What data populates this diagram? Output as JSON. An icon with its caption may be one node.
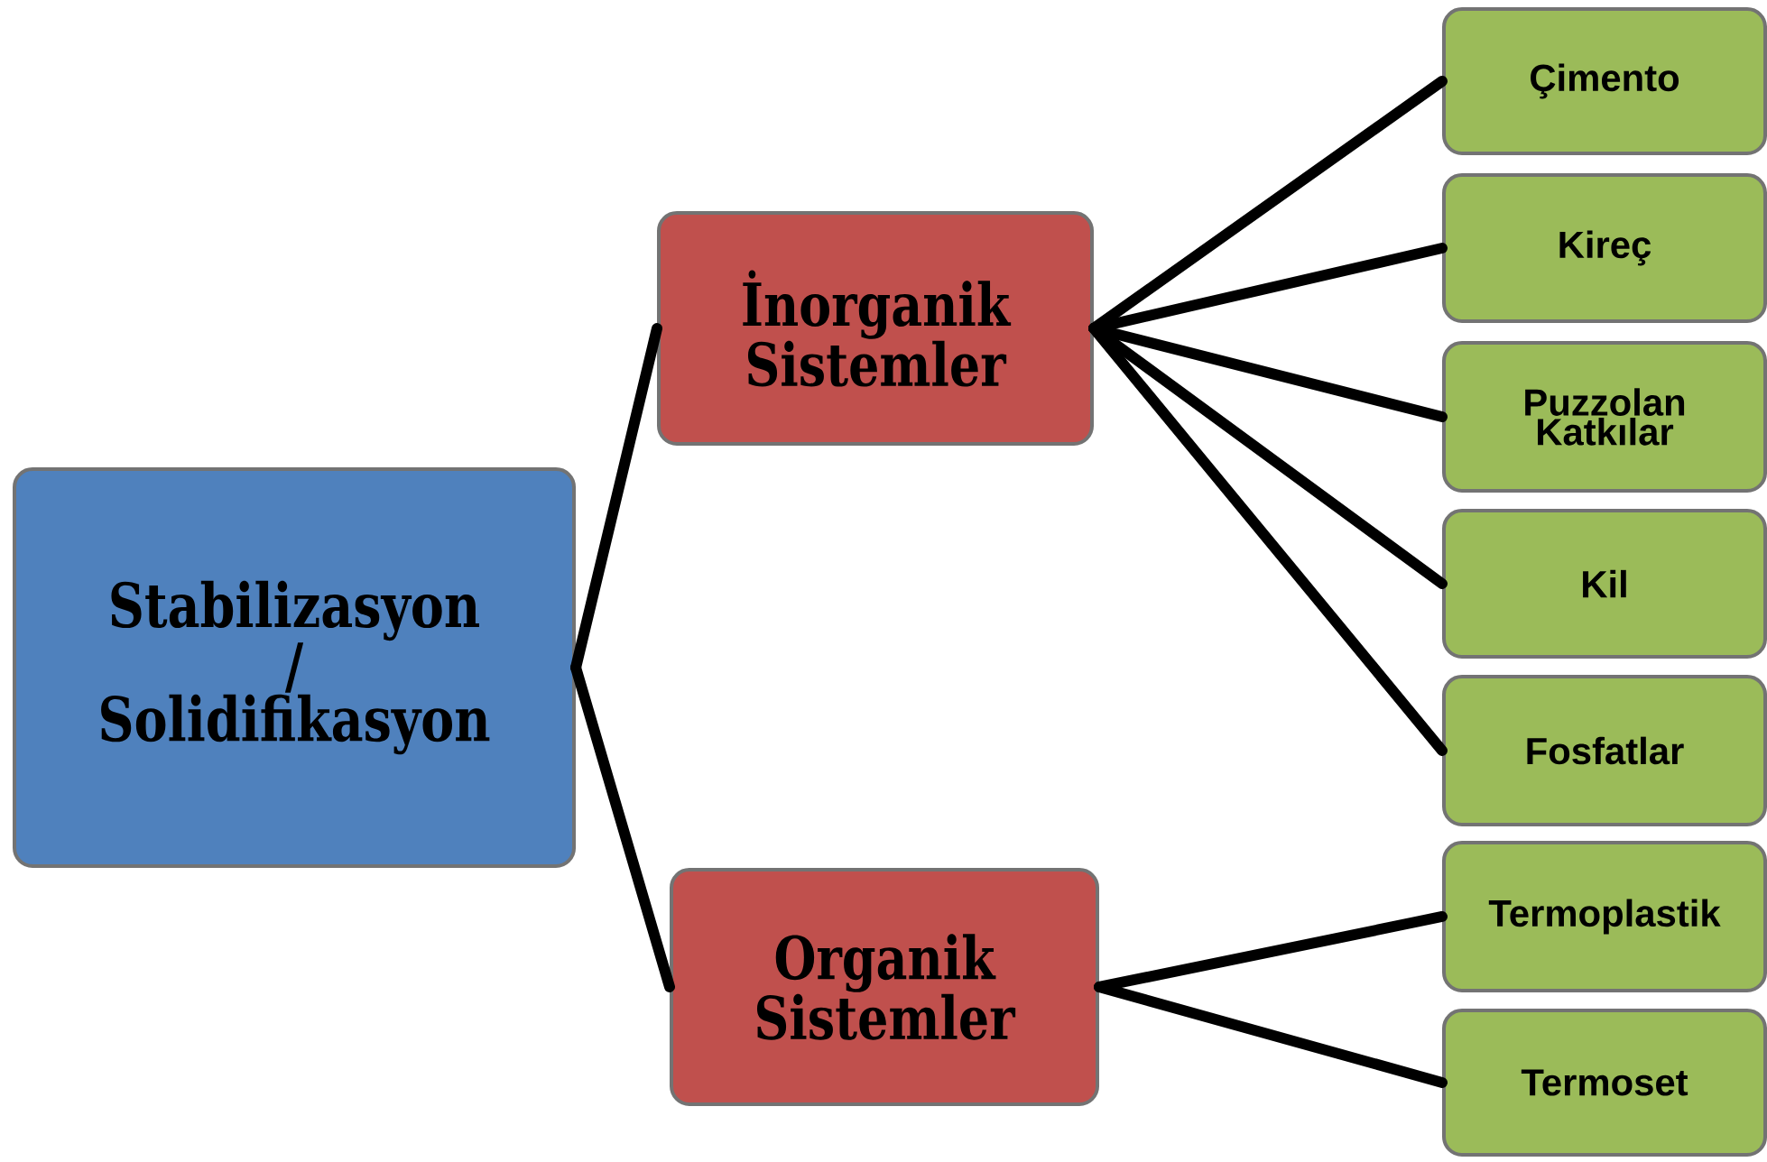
{
  "diagram": {
    "nodes": [
      {
        "text": [
          "Stabilizasyon / Solidifikasyon"
        ]
      },
      {
        "text": [
          "İnorganik Sistemler"
        ]
      },
      {
        "text": [
          "Organik Sistemler"
        ]
      },
      {
        "text": [
          "Çimento"
        ]
      },
      {
        "text": [
          "Kireç"
        ]
      },
      {
        "text": [
          "Puzzolan Katkılar"
        ]
      },
      {
        "text": [
          "Kil"
        ]
      },
      {
        "text": [
          "Fosfatlar"
        ]
      },
      {
        "text": [
          "Termoplastik"
        ]
      },
      {
        "text": [
          "Termoset"
        ]
      }
    ],
    "edges": [
      {
        "from": 0,
        "to": 1,
        "arrow": "none"
      },
      {
        "from": 0,
        "to": 2,
        "arrow": "none"
      },
      {
        "from": 1,
        "to": 3,
        "arrow": "none"
      },
      {
        "from": 1,
        "to": 4,
        "arrow": "none"
      },
      {
        "from": 1,
        "to": 5,
        "arrow": "none"
      },
      {
        "from": 1,
        "to": 6,
        "arrow": "none"
      },
      {
        "from": 1,
        "to": 7,
        "arrow": "none"
      },
      {
        "from": 2,
        "to": 8,
        "arrow": "none"
      },
      {
        "from": 2,
        "to": 9,
        "arrow": "none"
      }
    ]
  }
}
